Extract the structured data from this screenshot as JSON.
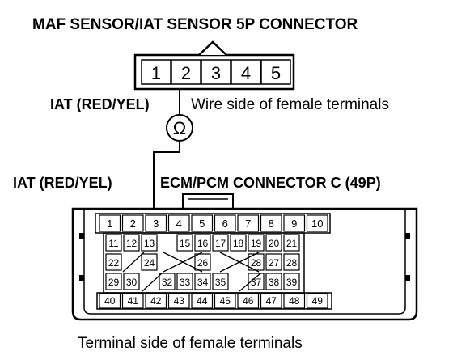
{
  "title": "MAF SENSOR/IAT SENSOR 5P CONNECTOR",
  "maf_connector": {
    "pins": [
      "1",
      "2",
      "3",
      "4",
      "5"
    ]
  },
  "iat_label_top": "IAT (RED/YEL)",
  "wire_side_label": "Wire side of female terminals",
  "meter_symbol": "Ω",
  "iat_label_left": "IAT (RED/YEL)",
  "ecm_title": "ECM/PCM CONNECTOR C (49P)",
  "ecm_connector": {
    "rows": [
      [
        "1",
        "2",
        "3",
        "4",
        "5",
        "6",
        "7",
        "8",
        "9",
        "10"
      ],
      [
        "11",
        "12",
        "13",
        "",
        "15",
        "16",
        "17",
        "18",
        "19",
        "20",
        "21"
      ],
      [
        "22",
        "",
        "24",
        "",
        "",
        "26",
        "",
        "",
        "28",
        "27",
        "28"
      ],
      [
        "29",
        "30",
        "",
        "32",
        "33",
        "34",
        "35",
        "",
        "37",
        "38",
        "39"
      ],
      [
        "40",
        "41",
        "42",
        "43",
        "44",
        "45",
        "46",
        "47",
        "48",
        "49"
      ]
    ]
  },
  "terminal_side_label": "Terminal side of female terminals"
}
